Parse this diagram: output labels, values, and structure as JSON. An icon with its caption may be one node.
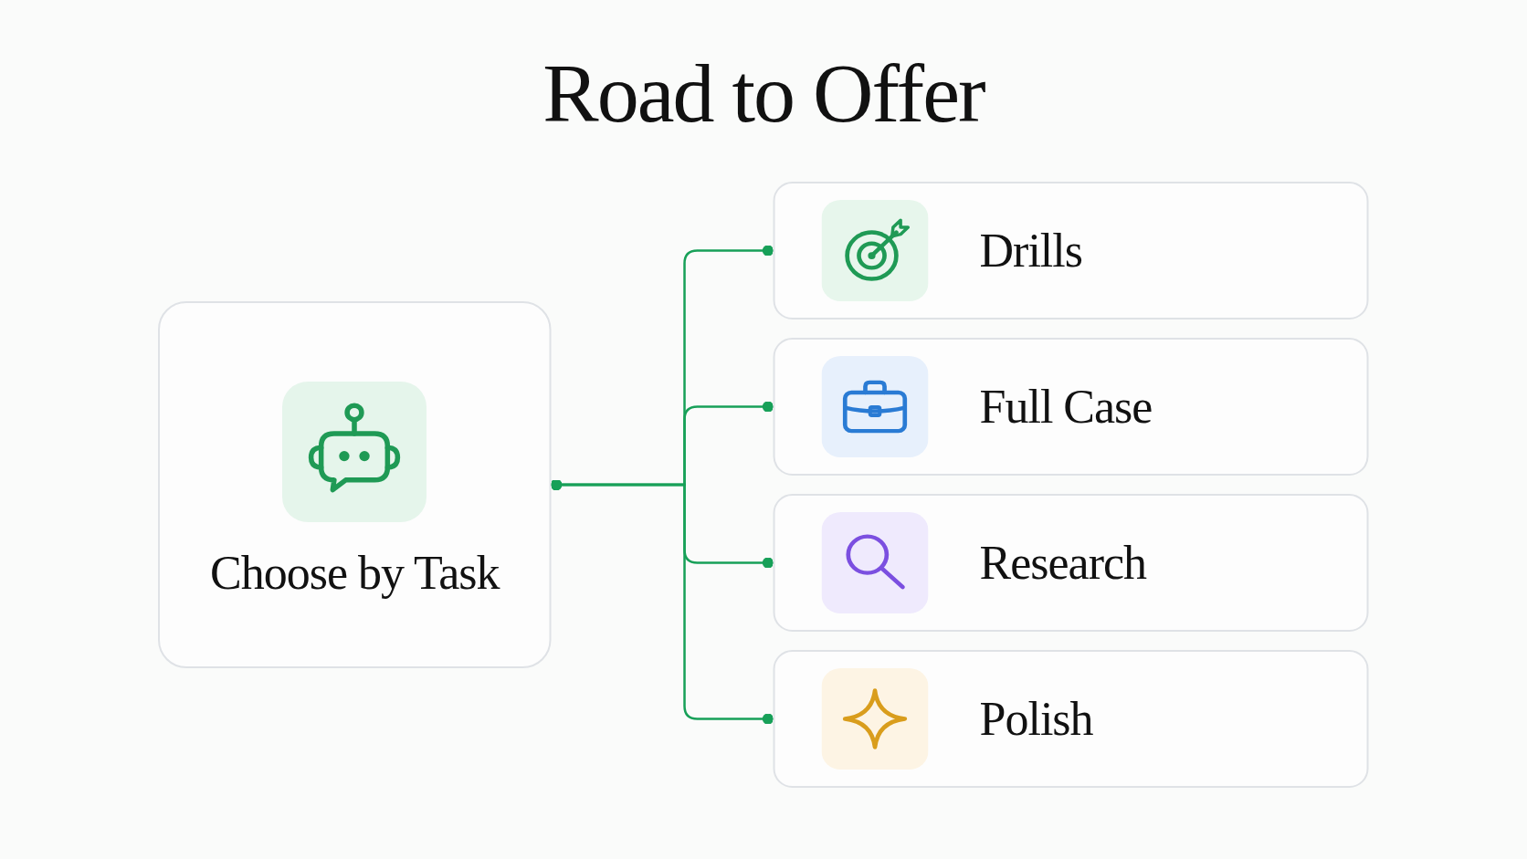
{
  "diagram": {
    "title": "Road to Offer",
    "nodes": [
      {
        "text": [
          "Choose by Task"
        ]
      },
      {
        "text": [
          "Drills"
        ]
      },
      {
        "text": [
          "Full Case"
        ]
      },
      {
        "text": [
          "Research"
        ]
      },
      {
        "text": [
          "Polish"
        ]
      }
    ],
    "edges": [
      {
        "from": 0,
        "to": 1,
        "arrow": "other"
      },
      {
        "from": 0,
        "to": 2,
        "arrow": "other"
      },
      {
        "from": 0,
        "to": 3,
        "arrow": "other"
      },
      {
        "from": 0,
        "to": 4,
        "arrow": "other"
      }
    ]
  }
}
